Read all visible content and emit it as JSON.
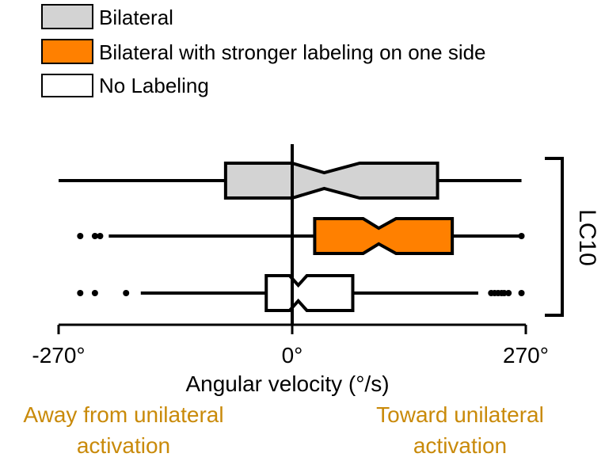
{
  "chart_data": {
    "type": "boxplot",
    "orientation": "horizontal",
    "legend": [
      {
        "label": "Bilateral",
        "color": "#d3d3d3"
      },
      {
        "label": "Bilateral with stronger labeling on one side",
        "color": "#ff8000"
      },
      {
        "label": "No Labeling",
        "color": "#ffffff"
      }
    ],
    "xlim": [
      -270,
      270
    ],
    "ticks": [
      {
        "value": -270,
        "label": "-270°"
      },
      {
        "value": 0,
        "label": "0°"
      },
      {
        "value": 270,
        "label": "270°"
      }
    ],
    "reference_line": 0,
    "xlabel": "Angular velocity (°/s)",
    "group_label": "LC10",
    "directions": {
      "left": "Away from unilateral activation",
      "right": "Toward unilateral activation",
      "color": "#c98a0a"
    },
    "series": [
      {
        "name": "Bilateral",
        "color": "#d3d3d3",
        "whisker_low": -270,
        "q1": -77,
        "median": 37,
        "q3": 168,
        "whisker_high": 265,
        "notch_low": 0,
        "notch_high": 78,
        "outliers": []
      },
      {
        "name": "Bilateral with stronger labeling on one side",
        "color": "#ff8000",
        "whisker_low": -212,
        "q1": 26,
        "median": 100,
        "q3": 185,
        "whisker_high": 263,
        "notch_low": 82,
        "notch_high": 120,
        "outliers": [
          -245,
          -228,
          -222,
          265
        ]
      },
      {
        "name": "No Labeling",
        "color": "#ffffff",
        "whisker_low": -175,
        "q1": -30,
        "median": 7,
        "q3": 70,
        "whisker_high": 215,
        "notch_low": -3,
        "notch_high": 17,
        "outliers": [
          -245,
          -228,
          -192,
          230,
          234,
          238,
          242,
          245,
          250,
          265
        ]
      }
    ]
  }
}
